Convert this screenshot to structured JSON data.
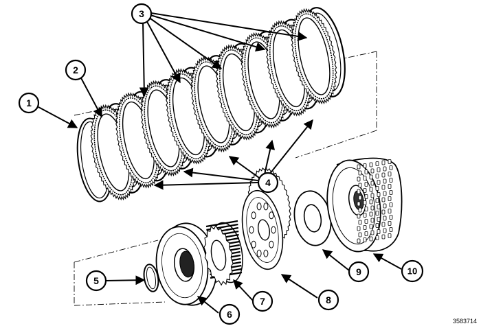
{
  "callouts": [
    {
      "id": "1",
      "label": "1"
    },
    {
      "id": "2",
      "label": "2"
    },
    {
      "id": "3",
      "label": "3"
    },
    {
      "id": "4",
      "label": "4"
    },
    {
      "id": "5",
      "label": "5"
    },
    {
      "id": "6",
      "label": "6"
    },
    {
      "id": "7",
      "label": "7"
    },
    {
      "id": "8",
      "label": "8"
    },
    {
      "id": "9",
      "label": "9"
    },
    {
      "id": "10",
      "label": "10"
    }
  ],
  "figure_id": "3583714"
}
